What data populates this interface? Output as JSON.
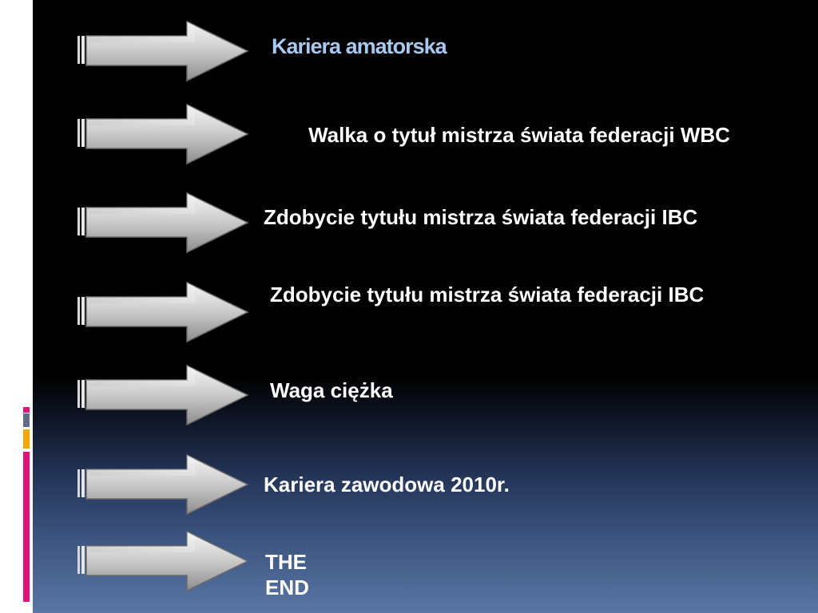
{
  "slide": {
    "title": "Kariera amatorska",
    "items": [
      {
        "text": "Walka o tytuł mistrza świata federacji WBC"
      },
      {
        "text": "Zdobycie tytułu mistrza świata federacji IBC"
      },
      {
        "text": "Zdobycie tytułu mistrza świata federacji IBC"
      },
      {
        "text": "Waga ciężka"
      },
      {
        "text": "Kariera zawodowa 2010r."
      }
    ],
    "end_line1": "THE",
    "end_line2": "END"
  },
  "colors": {
    "title": "#a8c8f0",
    "text": "#ffffff",
    "background_top": "#000000",
    "background_bottom": "#5a76a3",
    "deco_magenta": "#e0137a",
    "deco_gray": "#5f6d86",
    "deco_orange": "#f2a900"
  },
  "icons": {
    "arrow": "arrow-right-icon"
  }
}
